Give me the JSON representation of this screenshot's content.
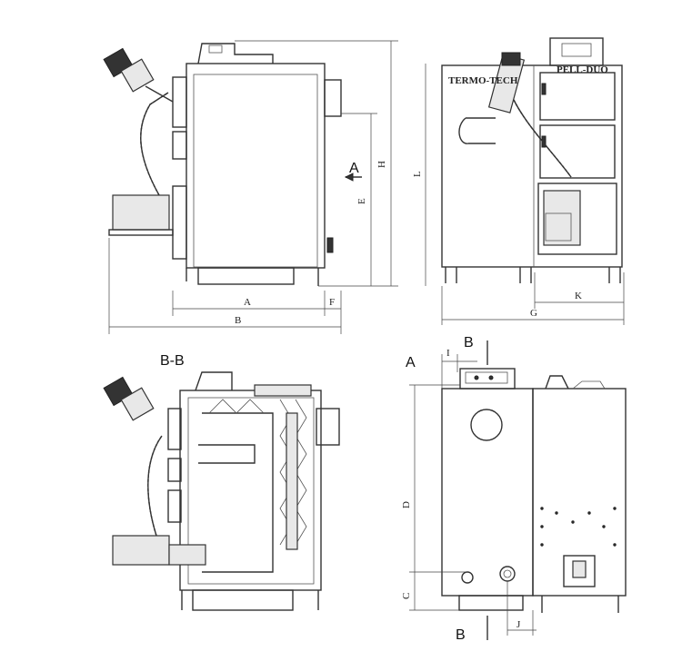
{
  "views": {
    "side": {
      "dims": {
        "A": "A",
        "B": "B",
        "E": "E",
        "H": "H",
        "F": "F",
        "arrow_A": "A"
      }
    },
    "front": {
      "dims": {
        "L": "L",
        "K": "K",
        "G": "G"
      },
      "brand": "TERMO-TECH",
      "model": "PELL-DUO"
    },
    "section": {
      "title": "B-B"
    },
    "rear": {
      "dims": {
        "A": "A",
        "I": "I",
        "B_top": "B",
        "B_bottom": "B",
        "D": "D",
        "C": "C",
        "J": "J"
      }
    }
  }
}
